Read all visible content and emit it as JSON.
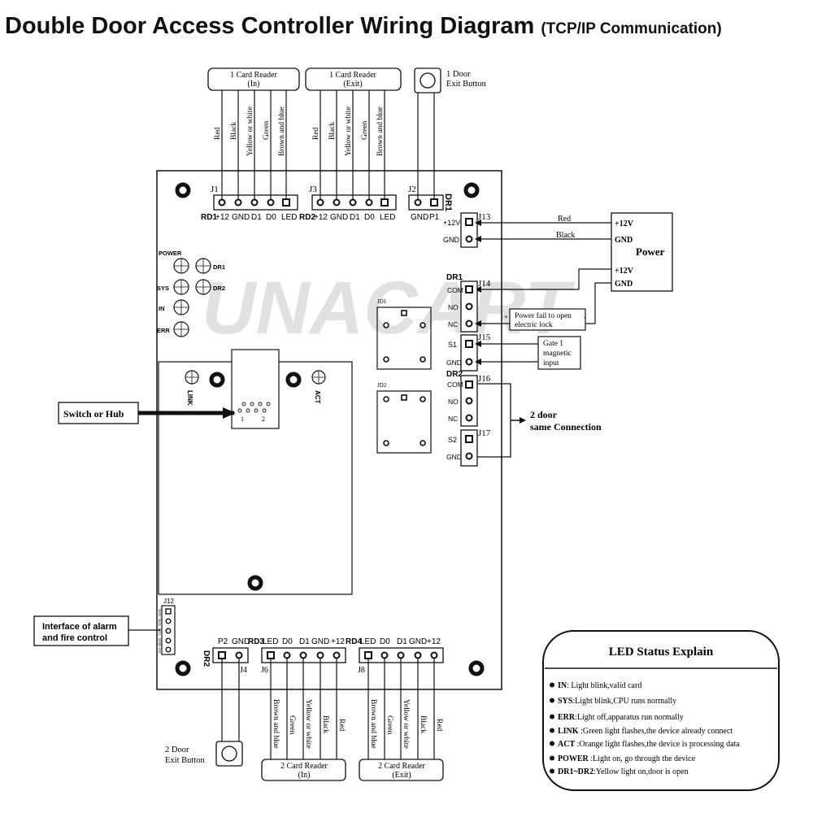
{
  "title": {
    "main": "Double Door Access Controller Wiring Diagram",
    "sub": "(TCP/IP Communication)"
  },
  "watermark": "UNACART",
  "readers_top": {
    "in": {
      "line1": "1 Card Reader",
      "line2": "(In)"
    },
    "exit": {
      "line1": "1 Card Reader",
      "line2": "(Exit)"
    }
  },
  "door1_button": {
    "line1": "1 Door",
    "line2": "Exit Button"
  },
  "wire_colors_top": [
    "Red",
    "Black",
    "Yellow or white",
    "Green",
    "Brown and blue"
  ],
  "wire_colors_bottom": [
    "Brown and blue",
    "Green",
    "Yellow or white",
    "Black",
    "Red"
  ],
  "connectors": {
    "j1": "J1",
    "j2": "J2",
    "j3": "J3",
    "j4": "J4",
    "j6": "J6",
    "j8": "J8",
    "j12": "J12",
    "j13": "J13",
    "j14": "J14",
    "j15": "J15",
    "j16": "J16",
    "j17": "J17",
    "jd1": "JD1",
    "jd2": "JD2"
  },
  "rd1_pins": [
    "RD1",
    "+12",
    "GND",
    "D1",
    "D0",
    "LED"
  ],
  "rd2_pins": [
    "RD2",
    "+12",
    "GND",
    "D1",
    "D0",
    "LED"
  ],
  "j2_pins": [
    "GND",
    "P1"
  ],
  "dr1_vertical": "DR1",
  "dr2_vertical": "DR2",
  "rd3_pins": [
    "RD3",
    "LED",
    "D0",
    "D1",
    "GND",
    "+12"
  ],
  "rd4_pins": [
    "RD4",
    "LED",
    "D0",
    "D1",
    "GND",
    "+12"
  ],
  "j4_pins": [
    "P2",
    "GND"
  ],
  "j13_pins": [
    "+12V",
    "GND"
  ],
  "dr1_block": {
    "label": "DR1",
    "pins": [
      "COM",
      "NO",
      "NC"
    ]
  },
  "s1_pins": [
    "S1",
    "GND"
  ],
  "dr2_block": {
    "label": "DR2",
    "pins": [
      "COM",
      "NO",
      "NC"
    ]
  },
  "s2_pins": [
    "S2",
    "GND"
  ],
  "j12_pins": [
    "SOC",
    "NOL",
    "NCL",
    "GND",
    "+12"
  ],
  "leds": [
    "POWER",
    "SYS",
    "IN",
    "ERR",
    "DR1",
    "DR2",
    "LINK",
    "ACT"
  ],
  "rj45_pins": [
    "1",
    "2"
  ],
  "power": {
    "title": "Power",
    "pins": [
      "+12V",
      "GND",
      "+12V",
      "GND"
    ],
    "wire_red": "Red",
    "wire_black": "Black"
  },
  "power_fail": {
    "line1": "Power fail to open",
    "line2": "electric lock",
    "plus": "+",
    "minus": "-"
  },
  "gate1": {
    "line1": "Gate 1",
    "line2": "magnetic",
    "line3": "input"
  },
  "door2_same": {
    "line1": "2 door",
    "line2": "same Connection"
  },
  "switch_hub": "Switch or Hub",
  "alarm": {
    "line1": "Interface of alarm",
    "line2": "and fire control"
  },
  "door2_button": {
    "line1": "2 Door",
    "line2": "Exit Button"
  },
  "readers_bottom": {
    "in": {
      "line1": "2 Card Reader",
      "line2": "(In)"
    },
    "exit": {
      "line1": "2 Card Reader",
      "line2": "(Exit)"
    }
  },
  "led_status": {
    "title": "LED Status Explain",
    "items": [
      {
        "key": "IN",
        "text": ": Light blink,valid card"
      },
      {
        "key": "SYS",
        "text": ":Light blink,CPU runs normally"
      },
      {
        "key": "ERR",
        "text": ":Light off,apparatus run normally"
      },
      {
        "key": "LINK",
        "text": " :Green light flashes,the device already connect"
      },
      {
        "key": "ACT",
        "text": " :Orange light flashes,the device is processing data"
      },
      {
        "key": "POWER",
        "text": " :Light on, go through the device"
      },
      {
        "key": "DR1~DR2",
        "text": ":Yellow light on,door is open"
      }
    ]
  }
}
